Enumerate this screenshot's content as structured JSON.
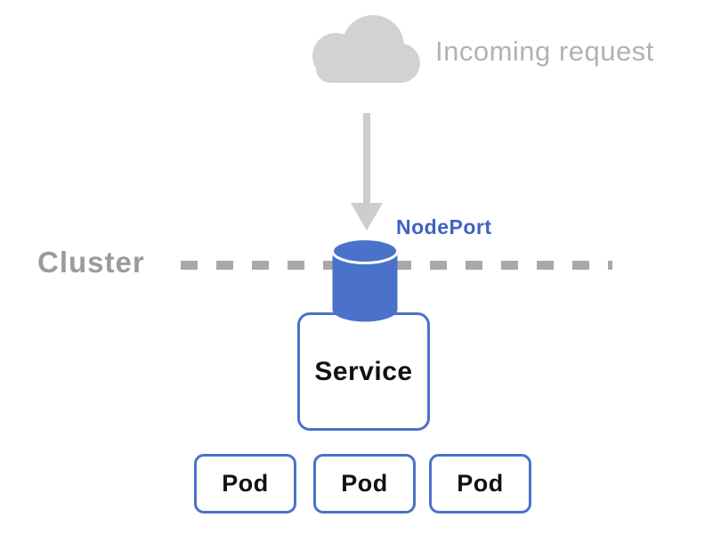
{
  "diagram": {
    "incoming_request": {
      "label": "Incoming request"
    },
    "nodeport": {
      "label": "NodePort"
    },
    "cluster": {
      "label": "Cluster"
    },
    "service": {
      "label": "Service"
    },
    "pods": [
      {
        "label": "Pod"
      },
      {
        "label": "Pod"
      },
      {
        "label": "Pod"
      }
    ],
    "icons": {
      "cloud": "cloud-icon",
      "arrow": "arrow-down-icon",
      "cylinder": "nodeport-cylinder-icon"
    },
    "colors": {
      "blue": "#4a72cb",
      "blue_text": "#3e63c2",
      "cloud_gray": "#d2d2d2",
      "arrow_gray": "#cdcdcd",
      "dash_gray": "#a8a8a8",
      "cluster_text_gray": "#9b9b9b",
      "incoming_text_gray": "#b2b2b2",
      "label_black": "#111111",
      "background": "#ffffff"
    }
  }
}
